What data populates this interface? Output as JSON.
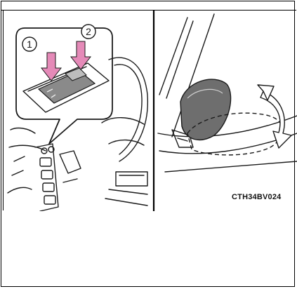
{
  "figure": {
    "callout_1": "1",
    "callout_2": "2",
    "code": "CTH34BV024"
  },
  "colors": {
    "line": "#1a1a1a",
    "press_arrow": "#e58ab8",
    "switch_fill": "#8a8a8a",
    "mirror_fill": "#6e6e6e"
  }
}
